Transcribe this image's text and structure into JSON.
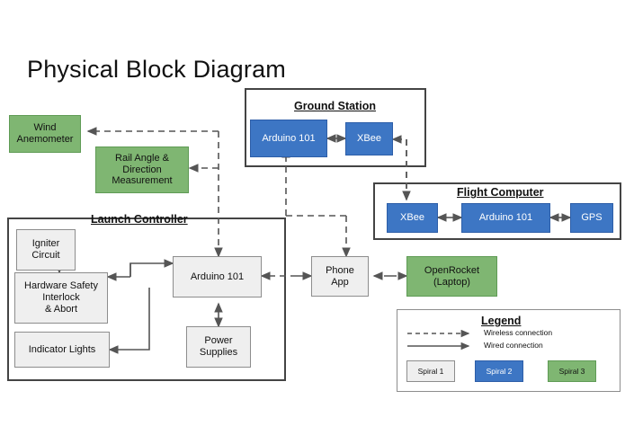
{
  "title": "Physical Block Diagram",
  "colors": {
    "blue": "#3d76c4",
    "green": "#7fb672",
    "gray": "#efefef",
    "border_dark": "#444444",
    "border_light": "#8d8d8d"
  },
  "groups": [
    {
      "name": "ground-station",
      "title": "Ground Station"
    },
    {
      "name": "flight-computer",
      "title": "Flight Computer"
    },
    {
      "name": "launch-controller",
      "title": "Launch Controller"
    }
  ],
  "blocks": {
    "wind_anemometer": "Wind\nAnemometer",
    "wind_anemometer_l1": "Wind",
    "wind_anemometer_l2": "Anemometer",
    "rail_angle_l1": "Rail Angle &",
    "rail_angle_l2": "Direction",
    "rail_angle_l3": "Measurement",
    "igniter_l1": "Igniter",
    "igniter_l2": "Circuit",
    "hw_safety_l1": "Hardware Safety",
    "hw_safety_l2": "Interlock",
    "hw_safety_l3": "& Abort",
    "indicator_lights": "Indicator Lights",
    "lc_arduino": "Arduino 101",
    "power_supplies_l1": "Power",
    "power_supplies_l2": "Supplies",
    "phone_app_l1": "Phone",
    "phone_app_l2": "App",
    "openrocket_l1": "OpenRocket",
    "openrocket_l2": "(Laptop)",
    "gs_arduino": "Arduino 101",
    "gs_xbee": "XBee",
    "fc_xbee": "XBee",
    "fc_arduino": "Arduino 101",
    "fc_gps": "GPS"
  },
  "legend": {
    "title": "Legend",
    "wireless": "Wireless connection",
    "wired": "Wired connection",
    "spiral1": "Spiral 1",
    "spiral2": "Spiral 2",
    "spiral3": "Spiral 3"
  }
}
